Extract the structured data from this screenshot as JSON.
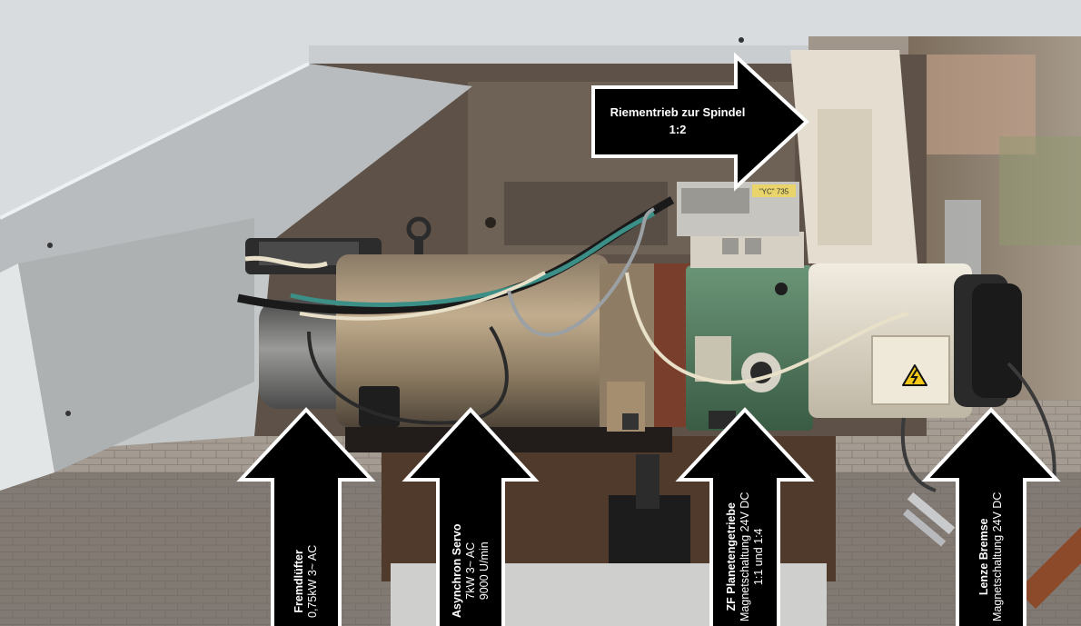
{
  "callouts": {
    "top": {
      "title": "Riementrieb zur Spindel",
      "line1": "1:2"
    },
    "fan": {
      "title": "Fremdlüfter",
      "line1": "0,75kW 3~ AC"
    },
    "servo": {
      "title": "Asynchron Servo",
      "line1": "7kW 3~ AC",
      "line2": "9000 U/min"
    },
    "gear": {
      "title": "ZF Planetengetriebe",
      "line1": "Magnetschaltung 24V DC",
      "line2": "1:1 und 1:4"
    },
    "brake": {
      "title": "Lenze Bremse",
      "line1": "Magnetschaltung 24V DC"
    }
  },
  "labels": {
    "connector_plate": "\"YC\" 735"
  },
  "icons": {
    "hazard": "high-voltage-warning-icon"
  },
  "colors": {
    "arrow_fill": "#000000",
    "arrow_stroke": "#ffffff",
    "gear_housing": "#4f7a5c",
    "enclosure": "#d8dcde"
  }
}
